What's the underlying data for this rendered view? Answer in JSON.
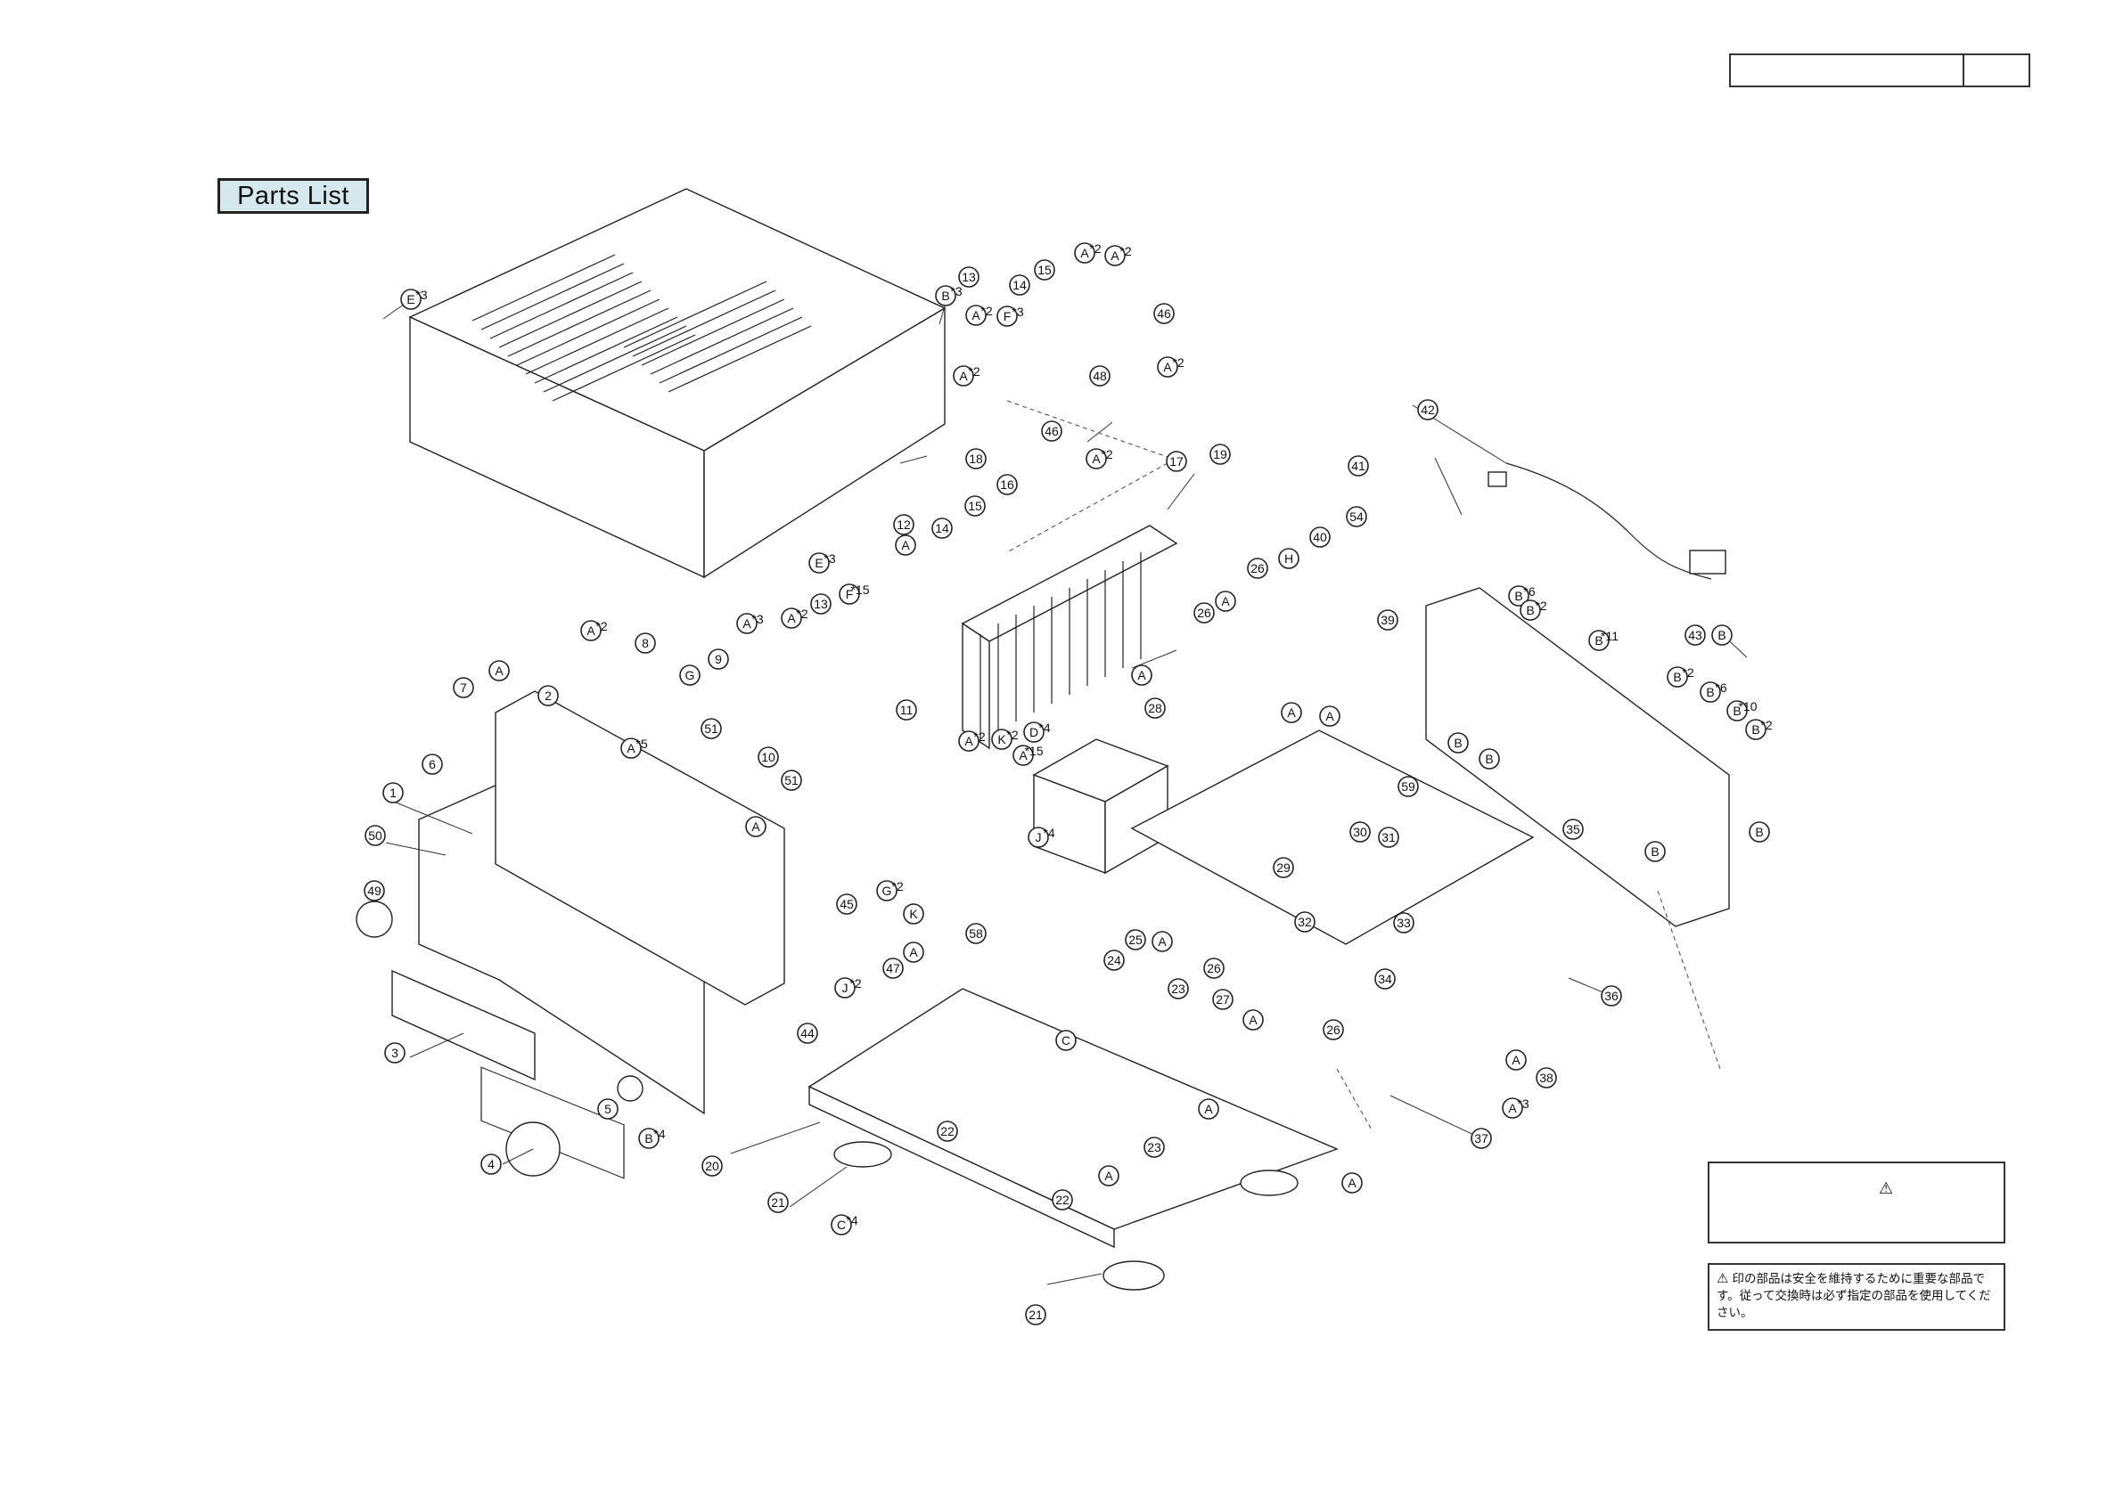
{
  "header": {
    "title": "Parts List"
  },
  "callouts": [
    {
      "id": "E",
      "sup": "*3"
    },
    {
      "id": "E",
      "sup": "*3"
    },
    {
      "id": "B",
      "sup": "*3"
    },
    {
      "id": "13"
    },
    {
      "id": "14"
    },
    {
      "id": "15"
    },
    {
      "id": "A",
      "sup": "*2"
    },
    {
      "id": "A",
      "sup": "*2"
    },
    {
      "id": "46"
    },
    {
      "id": "A",
      "sup": "*2"
    },
    {
      "id": "F",
      "sup": "*3"
    },
    {
      "id": "48"
    },
    {
      "id": "A",
      "sup": "*2"
    },
    {
      "id": "46"
    },
    {
      "id": "A",
      "sup": "*2"
    },
    {
      "id": "19"
    },
    {
      "id": "A",
      "sup": "*2"
    },
    {
      "id": "17"
    },
    {
      "id": "18"
    },
    {
      "id": "16"
    },
    {
      "id": "12"
    },
    {
      "id": "14"
    },
    {
      "id": "15"
    },
    {
      "id": "A"
    },
    {
      "id": "F",
      "sup": "*15"
    },
    {
      "id": "13"
    },
    {
      "id": "A",
      "sup": "*2"
    },
    {
      "id": "A",
      "sup": "*3"
    },
    {
      "id": "11"
    },
    {
      "id": "42"
    },
    {
      "id": "41"
    },
    {
      "id": "54"
    },
    {
      "id": "40"
    },
    {
      "id": "26"
    },
    {
      "id": "H"
    },
    {
      "id": "A"
    },
    {
      "id": "26"
    },
    {
      "id": "39"
    },
    {
      "id": "B",
      "sup": "*6"
    },
    {
      "id": "B",
      "sup": "*2"
    },
    {
      "id": "B",
      "sup": "*11"
    },
    {
      "id": "43"
    },
    {
      "id": "B"
    },
    {
      "id": "B",
      "sup": "*2"
    },
    {
      "id": "B",
      "sup": "*6"
    },
    {
      "id": "B",
      "sup": "*10"
    },
    {
      "id": "B",
      "sup": "*2"
    },
    {
      "id": "A",
      "sup": "*2"
    },
    {
      "id": "8"
    },
    {
      "id": "G"
    },
    {
      "id": "9"
    },
    {
      "id": "A"
    },
    {
      "id": "7"
    },
    {
      "id": "2"
    },
    {
      "id": "A",
      "sup": "*5"
    },
    {
      "id": "51"
    },
    {
      "id": "10"
    },
    {
      "id": "A",
      "sup": "*2"
    },
    {
      "id": "K",
      "sup": "*2"
    },
    {
      "id": "D",
      "sup": "*4"
    },
    {
      "id": "A",
      "sup": "*15"
    },
    {
      "id": "A"
    },
    {
      "id": "28"
    },
    {
      "id": "A"
    },
    {
      "id": "A"
    },
    {
      "id": "59"
    },
    {
      "id": "B"
    },
    {
      "id": "B"
    },
    {
      "id": "6"
    },
    {
      "id": "1"
    },
    {
      "id": "51"
    },
    {
      "id": "50"
    },
    {
      "id": "A"
    },
    {
      "id": "J",
      "sup": "*4"
    },
    {
      "id": "30"
    },
    {
      "id": "31"
    },
    {
      "id": "35"
    },
    {
      "id": "B"
    },
    {
      "id": "B"
    },
    {
      "id": "29"
    },
    {
      "id": "G",
      "sup": "*2"
    },
    {
      "id": "45"
    },
    {
      "id": "49"
    },
    {
      "id": "K"
    },
    {
      "id": "25"
    },
    {
      "id": "32"
    },
    {
      "id": "33"
    },
    {
      "id": "A"
    },
    {
      "id": "47"
    },
    {
      "id": "58"
    },
    {
      "id": "A"
    },
    {
      "id": "24"
    },
    {
      "id": "23"
    },
    {
      "id": "26"
    },
    {
      "id": "27"
    },
    {
      "id": "34"
    },
    {
      "id": "36"
    },
    {
      "id": "J",
      "sup": "*2"
    },
    {
      "id": "44"
    },
    {
      "id": "A"
    },
    {
      "id": "26"
    },
    {
      "id": "C"
    },
    {
      "id": "3"
    },
    {
      "id": "A"
    },
    {
      "id": "38"
    },
    {
      "id": "A",
      "sup": "*3"
    },
    {
      "id": "5"
    },
    {
      "id": "A"
    },
    {
      "id": "B",
      "sup": "*4"
    },
    {
      "id": "22"
    },
    {
      "id": "37"
    },
    {
      "id": "23"
    },
    {
      "id": "4"
    },
    {
      "id": "20"
    },
    {
      "id": "A"
    },
    {
      "id": "A"
    },
    {
      "id": "21"
    },
    {
      "id": "22"
    },
    {
      "id": "C",
      "sup": "*4"
    },
    {
      "id": "21"
    }
  ],
  "safety_note": {
    "symbol": "⚠",
    "text": "印の部品は安全を維持するために重要な部品です。従って交換時は必ず指定の部品を使用してください。"
  }
}
